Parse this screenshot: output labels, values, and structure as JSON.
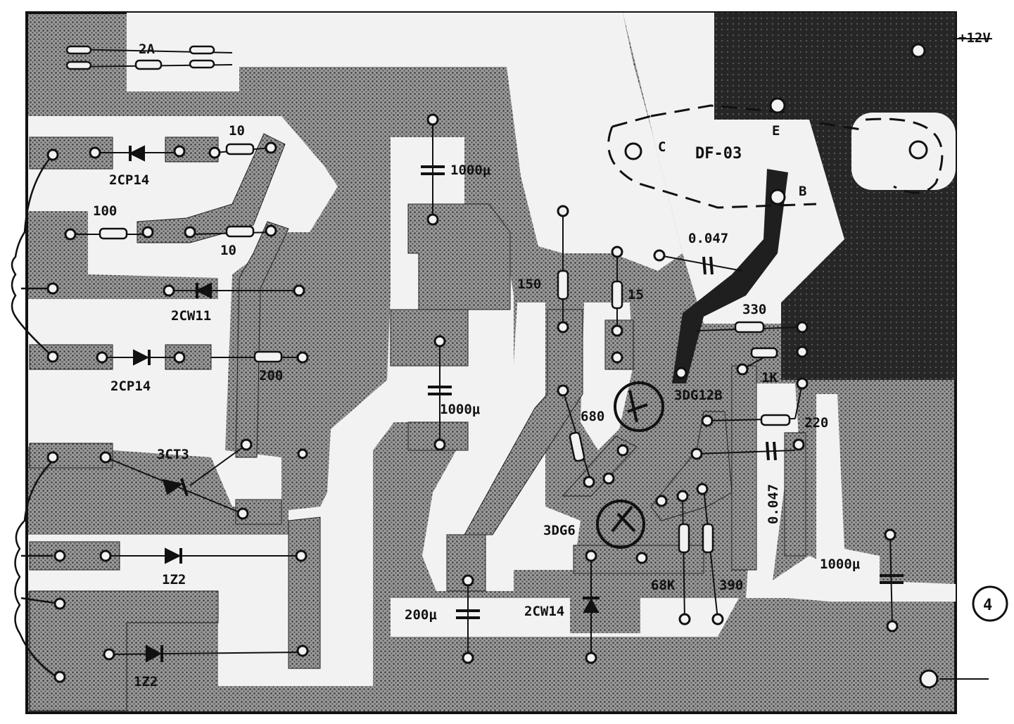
{
  "figure": {
    "supply_label": "+12V",
    "figure_number": "4",
    "labels": {
      "fuse": "2A",
      "r_10_top": "10",
      "d_2cp14_top": "2CP14",
      "r_100": "100",
      "r_10_mid": "10",
      "d_2cw11": "2CW11",
      "d_2cp14_mid": "2CP14",
      "r_200": "200",
      "scr_3ct3": "3CT3",
      "d_1z2_a": "1Z2",
      "d_1z2_b": "1Z2",
      "c_1000_a": "1000μ",
      "r_150": "150",
      "c_1000_b": "1000μ",
      "r_680": "680",
      "c_200": "200μ",
      "q_3dg6": "3DG6",
      "d_2cw14": "2CW14",
      "r_15": "15",
      "c_0047_a": "0.047",
      "q_3dg12b": "3DG12B",
      "r_330": "330",
      "r_1k": "1K",
      "r_220": "220",
      "c_0047_b": "0.047",
      "r_68k": "68K",
      "r_390": "390",
      "c_1000_c": "1000μ",
      "power_transistor": "DF-03",
      "pin_c": "C",
      "pin_e": "E",
      "pin_b": "B"
    },
    "colors": {
      "board": "#6e6e6e",
      "copper_free": "#f2f2f2",
      "ink": "#111111",
      "heatsink": "#2b2b2b"
    }
  }
}
